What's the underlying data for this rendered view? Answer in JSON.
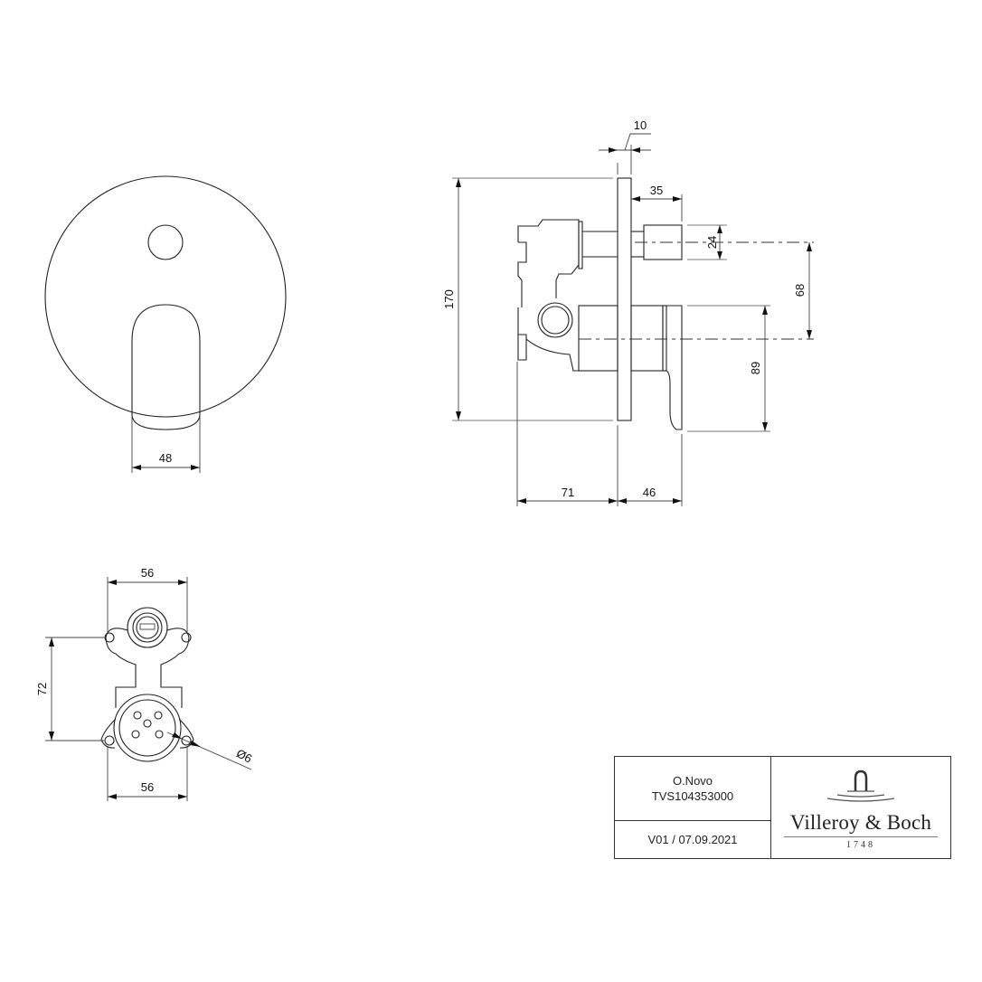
{
  "drawing": {
    "front_view": {
      "dimensions": {
        "handle_width": "48"
      }
    },
    "side_view": {
      "dimensions": {
        "plate_thickness": "10",
        "outlet_projection": "35",
        "height": "170",
        "outlet_diameter": "24",
        "outlet_to_axis": "68",
        "handle_height": "89",
        "body_depth": "71",
        "projection": "46"
      }
    },
    "rough_in_view": {
      "dimensions": {
        "top_width": "56",
        "bottom_width": "56",
        "vertical_spacing": "72",
        "hole_diameter": "Ø6"
      }
    }
  },
  "title_block": {
    "product_name": "O.Novo",
    "article_number": "TVS104353000",
    "version": "V01 / 07.09.2021",
    "brand": "Villeroy & Boch",
    "brand_year": "1748"
  }
}
